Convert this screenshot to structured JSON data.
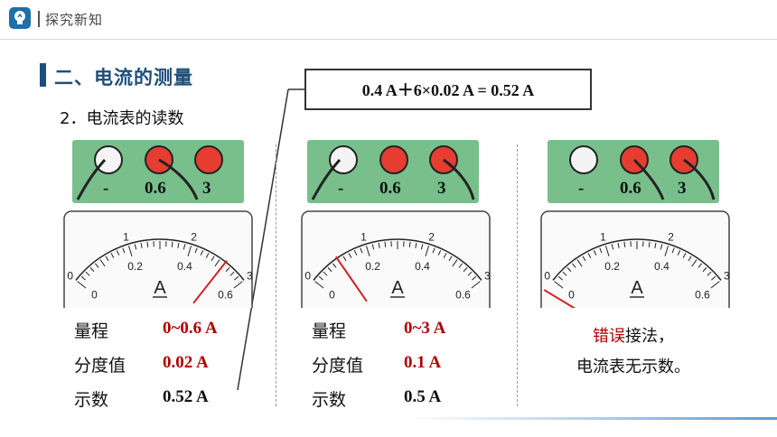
{
  "header": {
    "title": "探究新知",
    "icon": "lightbulb-icon"
  },
  "section": {
    "title": "二、电流的测量",
    "subtitle": "2．电流表的读数"
  },
  "formula": "0.4 A＋6×0.02 A = 0.52 A",
  "terminals": {
    "neg": "-",
    "low": "0.6",
    "high": "3"
  },
  "scale": {
    "top_ticks": [
      "0",
      "1",
      "2",
      "3"
    ],
    "bottom_ticks": [
      "0",
      "0.2",
      "0.4",
      "0.6"
    ],
    "unit": "A"
  },
  "panels": [
    {
      "rows": [
        {
          "label": "量程",
          "value": "0~0.6 A"
        },
        {
          "label": "分度值",
          "value": "0.02 A"
        },
        {
          "label": "示数",
          "value": "0.52 A"
        }
      ]
    },
    {
      "rows": [
        {
          "label": "量程",
          "value": "0~3 A"
        },
        {
          "label": "分度值",
          "value": "0.1 A"
        },
        {
          "label": "示数",
          "value": "0.5 A"
        }
      ]
    },
    {
      "wrong_text": "错误",
      "line1_rest": "接法，",
      "line2": "电流表无示数。"
    }
  ],
  "colors": {
    "accent": "#1f4e79",
    "panel_green": "#78bf8c",
    "terminal_red": "#e53d30",
    "value_red": "#b00000",
    "needle_red": "#d42020"
  }
}
